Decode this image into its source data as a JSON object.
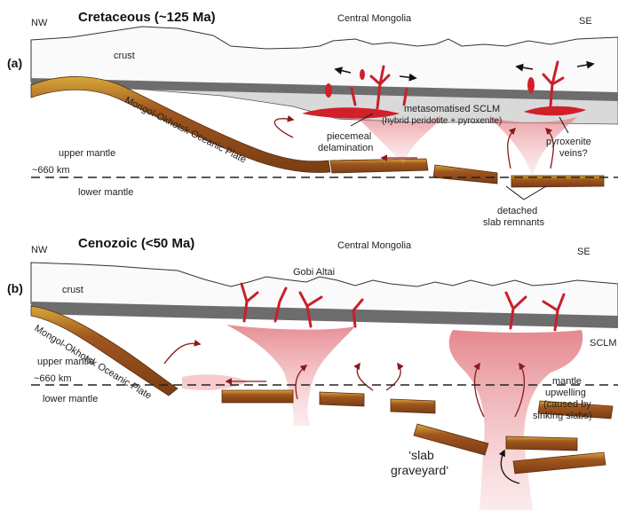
{
  "panel_a": {
    "letter": "(a)",
    "title": "Cretaceous (~125 Ma)",
    "region": "Central Mongolia",
    "nw": "NW",
    "se": "SE",
    "crust": "crust",
    "plate": "Mongol-Okhotsk Oceanic Plate",
    "upper_mantle": "upper mantle",
    "lower_mantle": "lower mantle",
    "depth": "~660 km",
    "sclm_line1": "metasomatised SCLM",
    "sclm_line2": "(hybrid peridotite + pyroxenite)",
    "piecemeal_line1": "piecemeal",
    "piecemeal_line2": "delamination",
    "veins_line1": "pyroxenite",
    "veins_line2": "veins?",
    "detached_line1": "detached",
    "detached_line2": "slab remnants"
  },
  "panel_b": {
    "letter": "(b)",
    "title": "Cenozoic (<50 Ma)",
    "region": "Central Mongolia",
    "nw": "NW",
    "se": "SE",
    "crust": "crust",
    "gobi": "Gobi Altai",
    "plate": "Mongol-Okhotsk Oceanic Plate",
    "upper_mantle": "upper mantle",
    "lower_mantle": "lower mantle",
    "depth": "~660 km",
    "sclm": "SCLM",
    "upwelling_line1": "mantle",
    "upwelling_line2": "upwelling",
    "upwelling_line3": "(caused by",
    "upwelling_line4": "sinking slabs)",
    "graveyard_line1": "‘slab",
    "graveyard_line2": "graveyard‘"
  },
  "colors": {
    "melt_red": "#d0202a",
    "plume_pink": "#e58a90",
    "slab_brown": "#8a4a1e",
    "slab_yellow": "#d6a93a",
    "sclm_grey": "#6d6d6d",
    "crust_outline": "#333333"
  }
}
